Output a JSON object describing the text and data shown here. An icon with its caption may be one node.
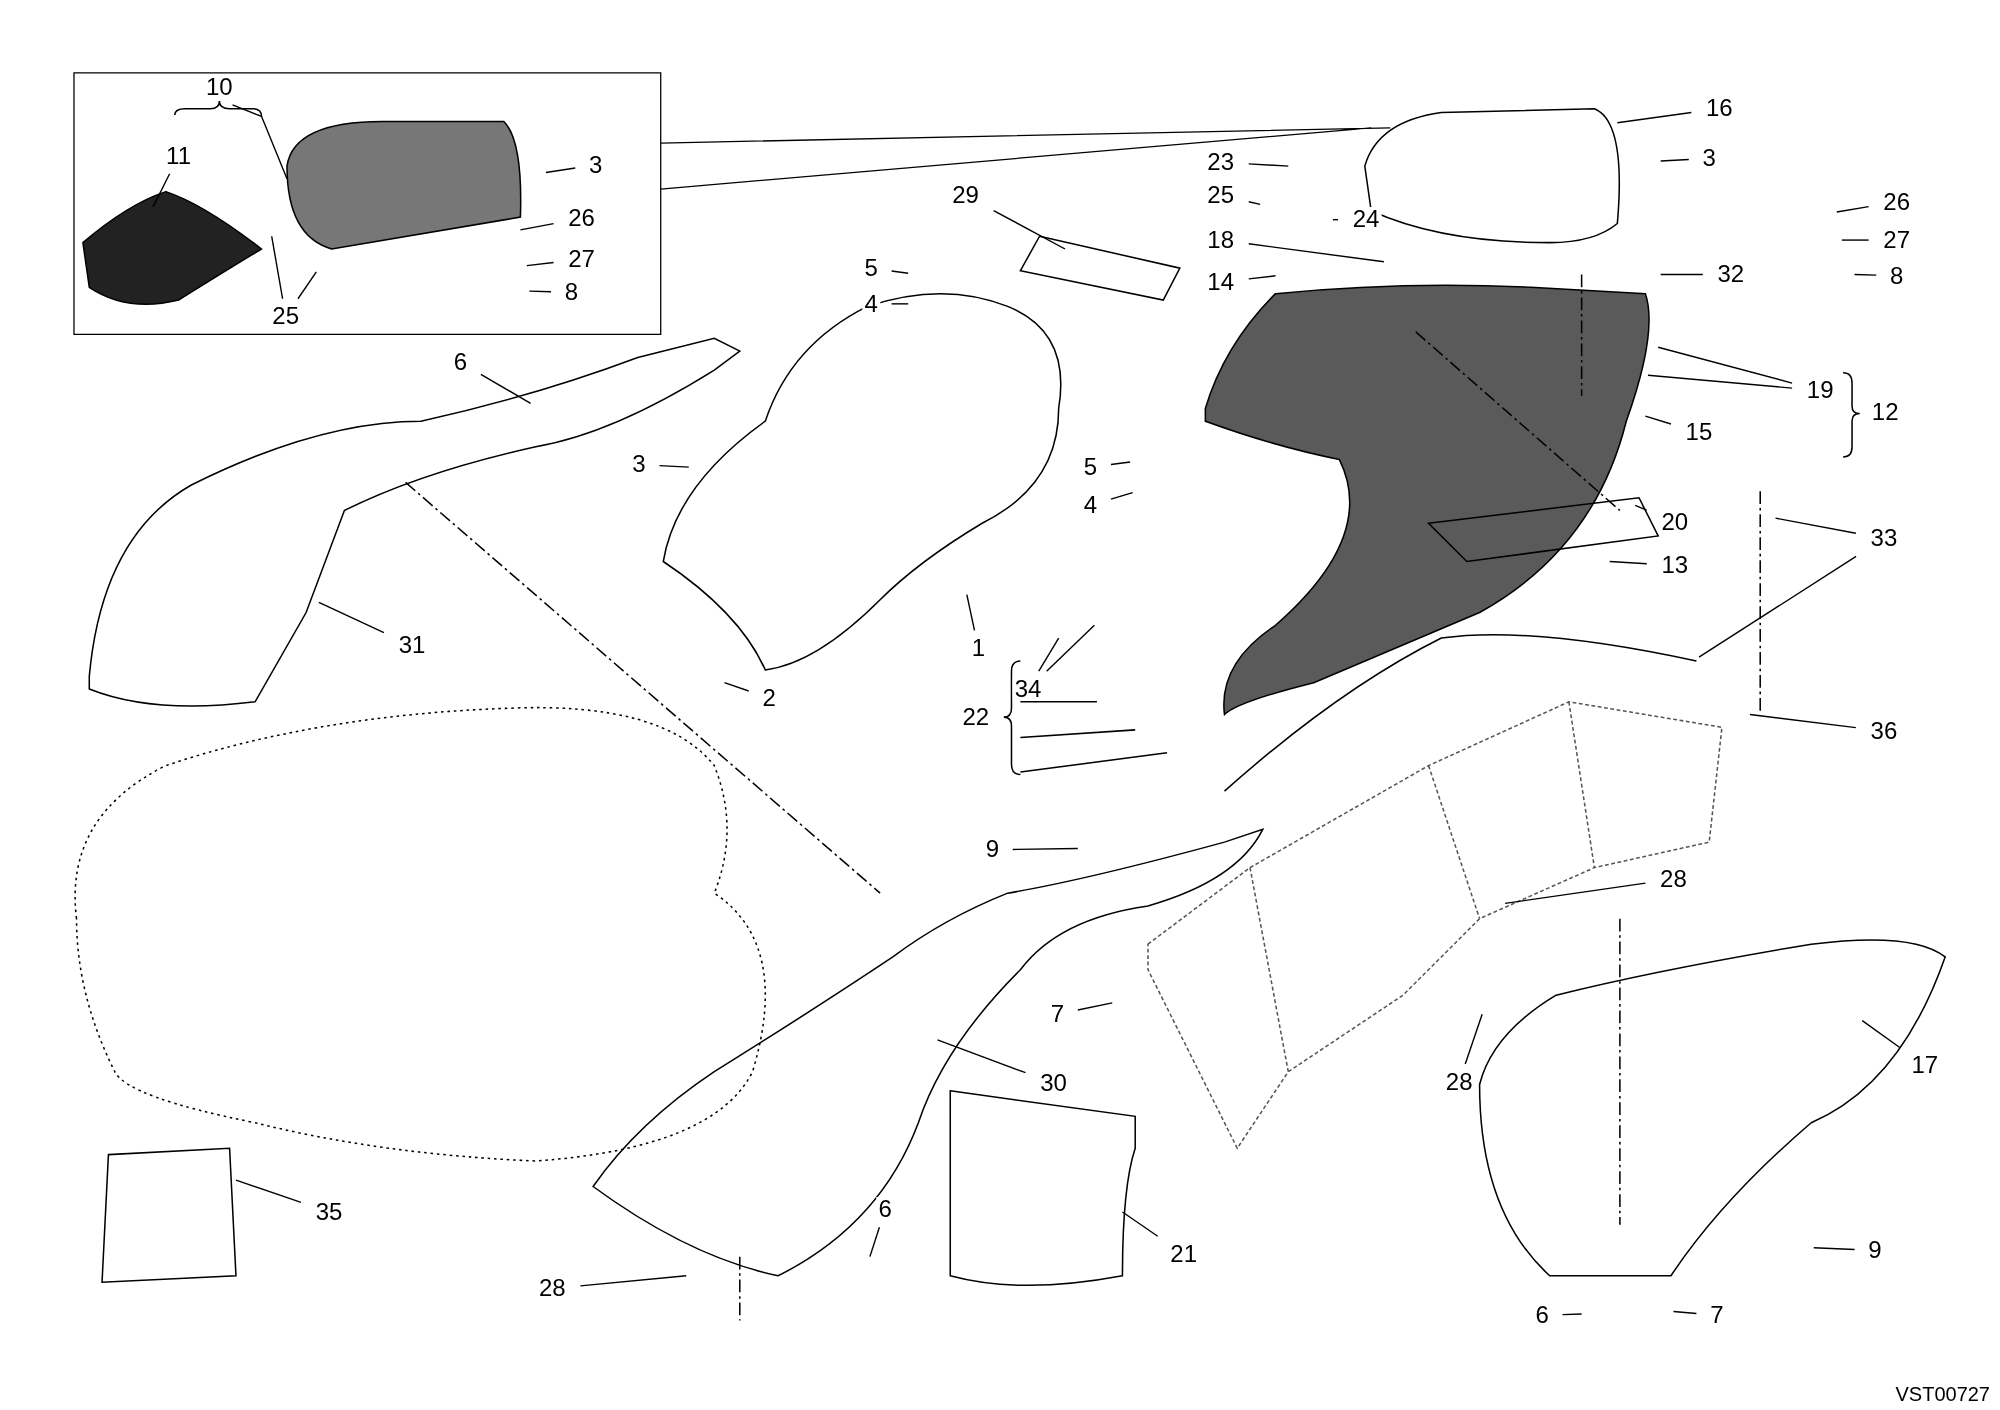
{
  "diagram": {
    "nodes": [
      {
        "text": [
          "10"
        ]
      },
      {
        "text": [
          "11"
        ]
      },
      {
        "text": [
          "3"
        ]
      },
      {
        "text": [
          "26"
        ]
      },
      {
        "text": [
          "27"
        ]
      },
      {
        "text": [
          "8"
        ]
      },
      {
        "text": [
          "25"
        ]
      },
      {
        "text": [
          "16"
        ]
      },
      {
        "text": [
          "3"
        ]
      },
      {
        "text": [
          "23"
        ]
      },
      {
        "text": [
          "29"
        ]
      },
      {
        "text": [
          "25"
        ]
      },
      {
        "text": [
          "24"
        ]
      },
      {
        "text": [
          "26"
        ]
      },
      {
        "text": [
          "27"
        ]
      },
      {
        "text": [
          "18"
        ]
      },
      {
        "text": [
          "8"
        ]
      },
      {
        "text": [
          "5"
        ]
      },
      {
        "text": [
          "32"
        ]
      },
      {
        "text": [
          "14"
        ]
      },
      {
        "text": [
          "4"
        ]
      },
      {
        "text": [
          "6"
        ]
      },
      {
        "text": [
          "19"
        ]
      },
      {
        "text": [
          "12"
        ]
      },
      {
        "text": [
          "15"
        ]
      },
      {
        "text": [
          "3"
        ]
      },
      {
        "text": [
          "5"
        ]
      },
      {
        "text": [
          "4"
        ]
      },
      {
        "text": [
          "20"
        ]
      },
      {
        "text": [
          "33"
        ]
      },
      {
        "text": [
          "13"
        ]
      },
      {
        "text": [
          "31"
        ]
      },
      {
        "text": [
          "1"
        ]
      },
      {
        "text": [
          "34"
        ]
      },
      {
        "text": [
          "2"
        ]
      },
      {
        "text": [
          "22"
        ]
      },
      {
        "text": [
          "36"
        ]
      },
      {
        "text": [
          "9"
        ]
      },
      {
        "text": [
          "28"
        ]
      },
      {
        "text": [
          "7"
        ]
      },
      {
        "text": [
          "17"
        ]
      },
      {
        "text": [
          "28"
        ]
      },
      {
        "text": [
          "30"
        ]
      },
      {
        "text": [
          "35"
        ]
      },
      {
        "text": [
          "6"
        ]
      },
      {
        "text": [
          "21"
        ]
      },
      {
        "text": [
          "9"
        ]
      },
      {
        "text": [
          "28"
        ]
      },
      {
        "text": [
          "6"
        ]
      },
      {
        "text": [
          "7"
        ]
      }
    ],
    "edges": [
      {
        "from": 0,
        "to": null,
        "arrow": "none"
      },
      {
        "from": 1,
        "to": null,
        "arrow": "none"
      },
      {
        "from": 2,
        "to": null,
        "arrow": "none"
      },
      {
        "from": 3,
        "to": null,
        "arrow": "none"
      },
      {
        "from": 4,
        "to": null,
        "arrow": "none"
      },
      {
        "from": 5,
        "to": null,
        "arrow": "none"
      },
      {
        "from": 6,
        "to": null,
        "arrow": "none"
      },
      {
        "from": 6,
        "to": null,
        "arrow": "none"
      },
      {
        "from": 7,
        "to": null,
        "arrow": "none"
      },
      {
        "from": 8,
        "to": null,
        "arrow": "none"
      },
      {
        "from": 9,
        "to": null,
        "arrow": "none"
      },
      {
        "from": 10,
        "to": null,
        "arrow": "none"
      },
      {
        "from": 11,
        "to": null,
        "arrow": "none"
      },
      {
        "from": 12,
        "to": null,
        "arrow": "none"
      },
      {
        "from": 13,
        "to": null,
        "arrow": "none"
      },
      {
        "from": 14,
        "to": null,
        "arrow": "none"
      },
      {
        "from": 16,
        "to": null,
        "arrow": "none"
      },
      {
        "from": 15,
        "to": null,
        "arrow": "none"
      },
      {
        "from": 17,
        "to": null,
        "arrow": "none"
      },
      {
        "from": 18,
        "to": null,
        "arrow": "none"
      },
      {
        "from": 19,
        "to": null,
        "arrow": "none"
      },
      {
        "from": 20,
        "to": null,
        "arrow": "none"
      },
      {
        "from": 21,
        "to": null,
        "arrow": "none"
      },
      {
        "from": 22,
        "to": null,
        "arrow": "none"
      },
      {
        "from": 22,
        "to": null,
        "arrow": "none"
      },
      {
        "from": 24,
        "to": null,
        "arrow": "none"
      },
      {
        "from": 25,
        "to": null,
        "arrow": "none"
      },
      {
        "from": 26,
        "to": null,
        "arrow": "none"
      },
      {
        "from": 27,
        "to": null,
        "arrow": "none"
      },
      {
        "from": 28,
        "to": null,
        "arrow": "none"
      },
      {
        "from": 29,
        "to": null,
        "arrow": "none"
      },
      {
        "from": 29,
        "to": null,
        "arrow": "none"
      },
      {
        "from": 30,
        "to": null,
        "arrow": "none"
      },
      {
        "from": 31,
        "to": null,
        "arrow": "none"
      },
      {
        "from": 32,
        "to": null,
        "arrow": "none"
      },
      {
        "from": 33,
        "to": null,
        "arrow": "none"
      },
      {
        "from": 33,
        "to": null,
        "arrow": "none"
      },
      {
        "from": 34,
        "to": null,
        "arrow": "none"
      },
      {
        "from": 36,
        "to": null,
        "arrow": "none"
      },
      {
        "from": 37,
        "to": null,
        "arrow": "none"
      },
      {
        "from": 38,
        "to": null,
        "arrow": "none"
      },
      {
        "from": 39,
        "to": null,
        "arrow": "none"
      },
      {
        "from": 40,
        "to": null,
        "arrow": "none"
      },
      {
        "from": 41,
        "to": null,
        "arrow": "none"
      },
      {
        "from": 42,
        "to": null,
        "arrow": "none"
      },
      {
        "from": 43,
        "to": null,
        "arrow": "none"
      },
      {
        "from": 44,
        "to": null,
        "arrow": "none"
      },
      {
        "from": 45,
        "to": null,
        "arrow": "none"
      },
      {
        "from": 46,
        "to": null,
        "arrow": "none"
      },
      {
        "from": 47,
        "to": null,
        "arrow": "none"
      },
      {
        "from": 48,
        "to": null,
        "arrow": "none"
      },
      {
        "from": 49,
        "to": null,
        "arrow": "none"
      }
    ],
    "labels": [
      "VST00727"
    ]
  }
}
